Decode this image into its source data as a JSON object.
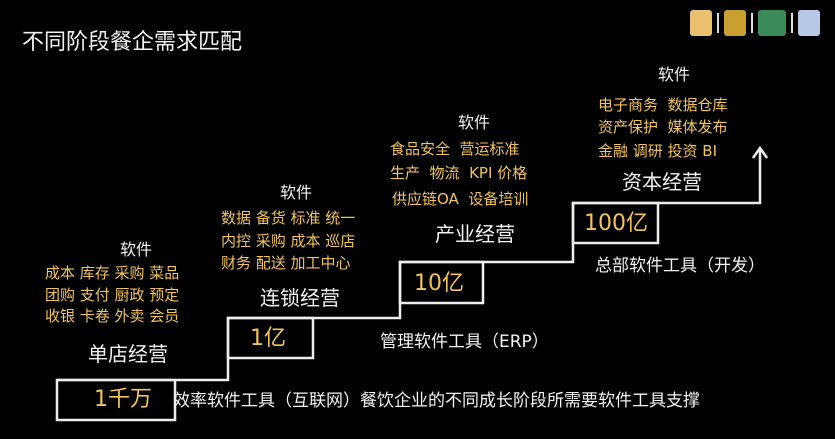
{
  "title": "不同阶段餐企需求匹配",
  "logos": [
    "mascot-logo",
    "tianxia-logo",
    "catech-logo",
    "fengyun-logo"
  ],
  "stages": [
    {
      "software_label": "软件",
      "items": [
        "成本 库存 采购 菜品",
        "团购 支付 厨政 预定",
        "收银 卡卷 外卖 会员"
      ],
      "stage": "单店经营",
      "amount": "1千万",
      "tool": "效率软件工具（互联网）餐饮企业的不同成长阶段所需要软件工具支撑"
    },
    {
      "software_label": "软件",
      "items": [
        "数据 备货 标准 统一",
        "内控 采购 成本 巡店",
        "财务 配送 加工中心"
      ],
      "stage": "连锁经营",
      "amount": "1亿",
      "tool": "管理软件工具（ERP）"
    },
    {
      "software_label": "软件",
      "items": [
        "食品安全  营运标准",
        "生产  物流  KPI 价格",
        "供应链OA  设备培训"
      ],
      "stage": "产业经营",
      "amount": "10亿"
    },
    {
      "software_label": "软件",
      "items": [
        "电子商务  数据仓库",
        "资产保护  媒体发布",
        "金融 调研 投资 BI"
      ],
      "stage": "资本经营",
      "amount": "100亿",
      "tool": "总部软件工具（开发）"
    }
  ],
  "colors": {
    "background": "#000000",
    "text": "#f2f2f2",
    "accent": "#f2c45a"
  }
}
